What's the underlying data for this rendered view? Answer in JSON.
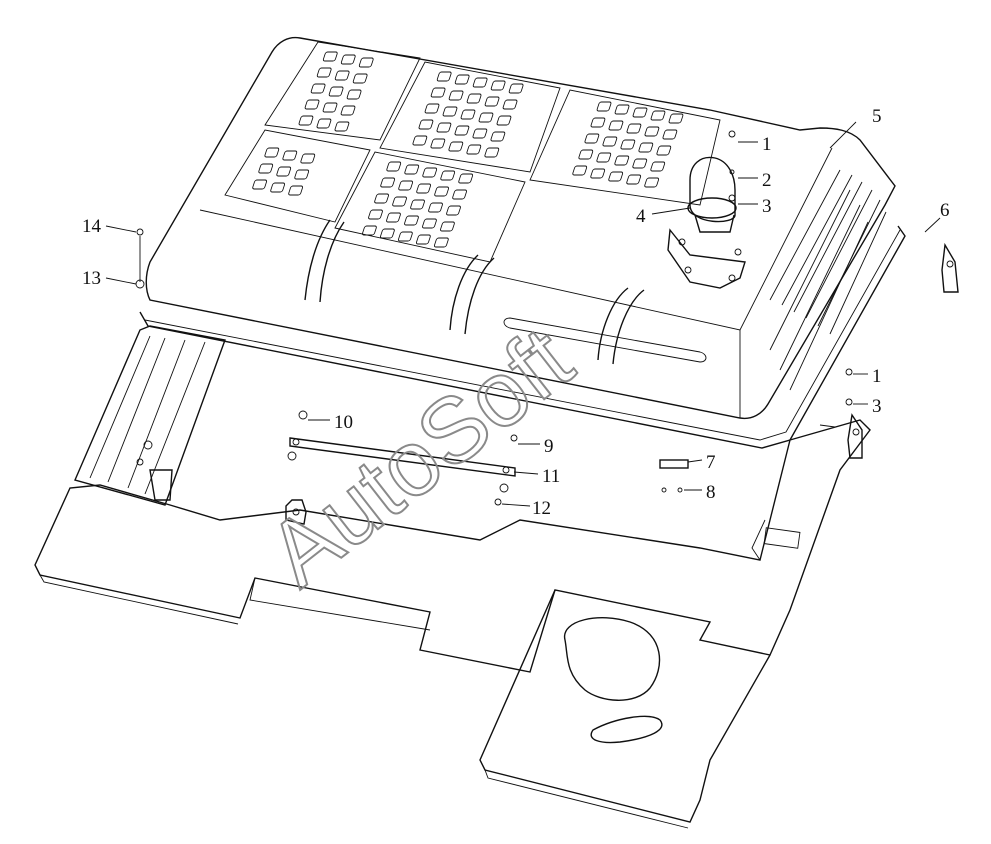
{
  "callouts": [
    {
      "id": "c1a",
      "text": "1"
    },
    {
      "id": "c2",
      "text": "2"
    },
    {
      "id": "c3a",
      "text": "3"
    },
    {
      "id": "c4",
      "text": "4"
    },
    {
      "id": "c5",
      "text": "5"
    },
    {
      "id": "c6",
      "text": "6"
    },
    {
      "id": "c1b",
      "text": "1"
    },
    {
      "id": "c3b",
      "text": "3"
    },
    {
      "id": "c7",
      "text": "7"
    },
    {
      "id": "c8",
      "text": "8"
    },
    {
      "id": "c9",
      "text": "9"
    },
    {
      "id": "c10",
      "text": "10"
    },
    {
      "id": "c11",
      "text": "11"
    },
    {
      "id": "c12",
      "text": "12"
    },
    {
      "id": "c13",
      "text": "13"
    },
    {
      "id": "c14",
      "text": "14"
    }
  ],
  "watermark": "AutoSoft",
  "colors": {
    "line": "#111111",
    "watermark": "#8a8a8a",
    "background": "#ffffff"
  }
}
